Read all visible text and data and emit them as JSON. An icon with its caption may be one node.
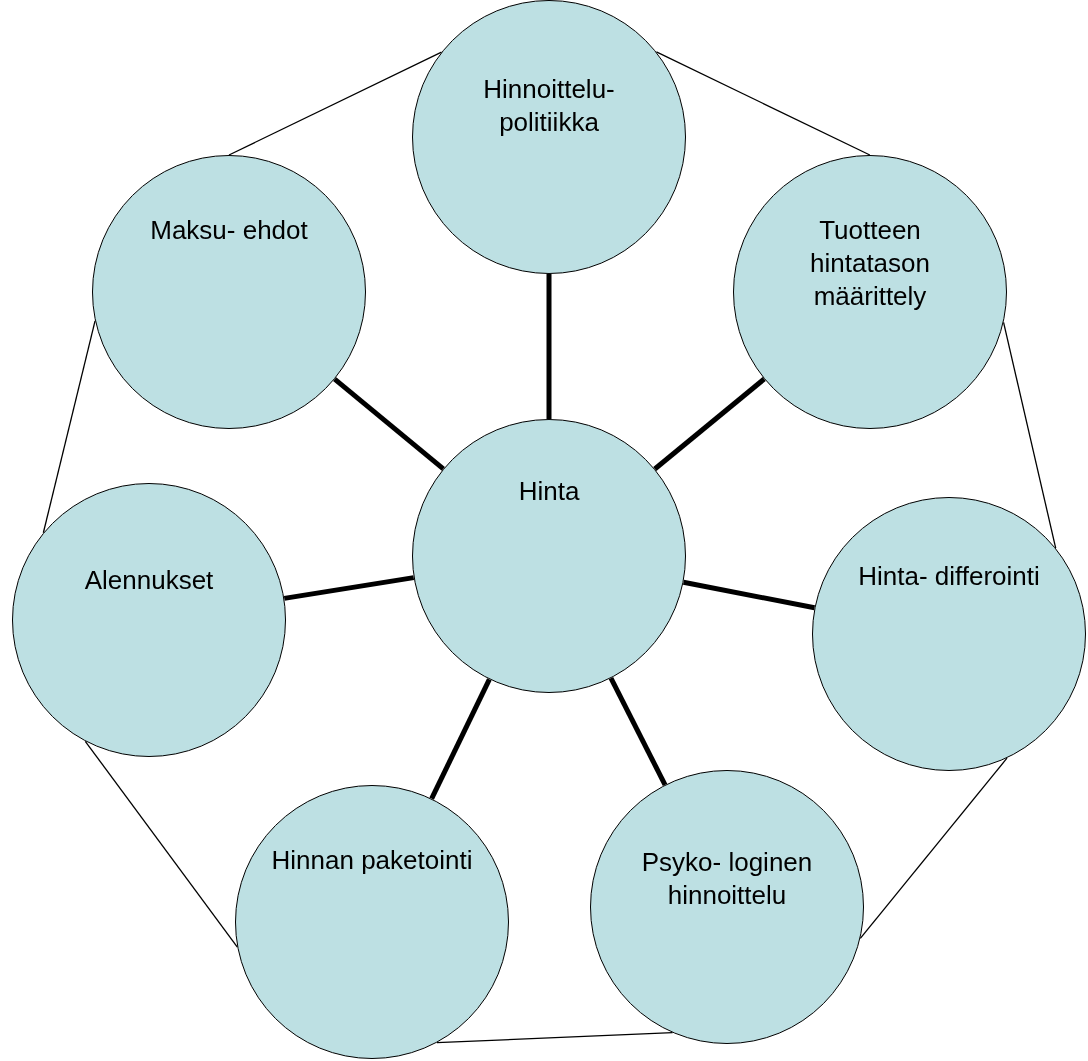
{
  "diagram": {
    "nodes": [
      {
        "text": [
          "Hinta"
        ]
      },
      {
        "text": [
          "Hinnoittelu- politiikka"
        ]
      },
      {
        "text": [
          "Tuotteen hintatason määrittely"
        ]
      },
      {
        "text": [
          "Hinta- differointi"
        ]
      },
      {
        "text": [
          "Psyko- loginen hinnoittelu"
        ]
      },
      {
        "text": [
          "Hinnan paketointi"
        ]
      },
      {
        "text": [
          "Alennukset"
        ]
      },
      {
        "text": [
          "Maksu- ehdot"
        ]
      }
    ],
    "edges": [
      {
        "from": 0,
        "to": 1,
        "arrow": "none",
        "style": "thick"
      },
      {
        "from": 0,
        "to": 2,
        "arrow": "none",
        "style": "thick"
      },
      {
        "from": 0,
        "to": 3,
        "arrow": "none",
        "style": "thick"
      },
      {
        "from": 0,
        "to": 4,
        "arrow": "none",
        "style": "thick"
      },
      {
        "from": 0,
        "to": 5,
        "arrow": "none",
        "style": "thick"
      },
      {
        "from": 0,
        "to": 6,
        "arrow": "none",
        "style": "thick"
      },
      {
        "from": 0,
        "to": 7,
        "arrow": "none",
        "style": "thick"
      },
      {
        "from": 1,
        "to": 2,
        "arrow": "none"
      },
      {
        "from": 2,
        "to": 3,
        "arrow": "none"
      },
      {
        "from": 3,
        "to": 4,
        "arrow": "none"
      },
      {
        "from": 4,
        "to": 5,
        "arrow": "none"
      },
      {
        "from": 5,
        "to": 6,
        "arrow": "none"
      },
      {
        "from": 6,
        "to": 7,
        "arrow": "none"
      },
      {
        "from": 7,
        "to": 1,
        "arrow": "none"
      }
    ]
  }
}
